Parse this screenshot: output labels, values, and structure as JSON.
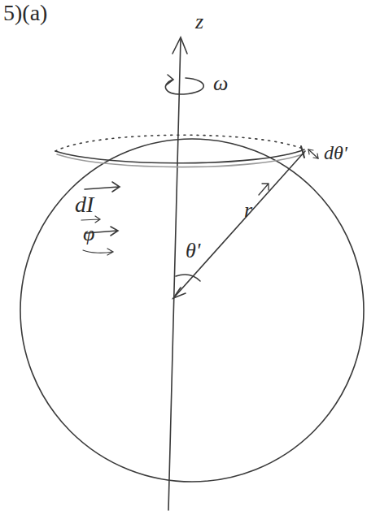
{
  "diagram": {
    "labels": [
      "5)(a)",
      "z",
      "ω",
      "dθ'",
      "dI",
      "φ",
      "θ'",
      "r"
    ]
  }
}
